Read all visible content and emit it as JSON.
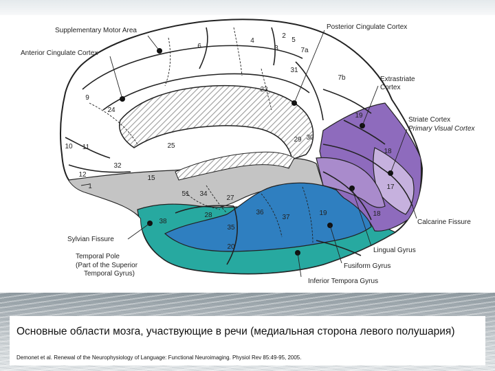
{
  "labels": {
    "supplementary_motor_area": "Supplementary Motor Area",
    "anterior_cingulate_cortex": "Anterior Cingulate Cortex",
    "posterior_cingulate_cortex": "Posterior Cingulate Cortex",
    "extrastriate_1": "Extrastriate",
    "extrastriate_2": "Cortex",
    "striate_cortex": "Striate Cortex",
    "primary_visual_cortex": "Primary Visual Cortex",
    "calcarine_fissure": "Calcarine Fissure",
    "sylvian_fissure": "Sylvian Fissure",
    "temporal_pole": "Temporal Pole",
    "temporal_pole_note_1": "(Part of the Superior",
    "temporal_pole_note_2": "Temporal Gyrus)",
    "lingual_gyrus": "Lingual Gyrus",
    "fusiform_gyrus": "Fusiform Gyrus",
    "inferior_temporal_gyrus": "Inferior Tempora  Gyrus"
  },
  "areas": {
    "a1": "1",
    "a2": "2",
    "a3": "3",
    "a4": "4",
    "a5": "5",
    "a6": "6",
    "a7a": "7a",
    "a7b": "7b",
    "a9": "9",
    "a10": "10",
    "a11": "11",
    "a12": "12",
    "a15": "15",
    "a17": "17",
    "a18a": "18",
    "a18b": "18",
    "a19a": "19",
    "a19b": "19",
    "a20": "20",
    "a23": "23",
    "a24": "24",
    "a25": "25",
    "a27": "27",
    "a28": "28",
    "a29": "29",
    "a30": "30",
    "a31": "31",
    "a32": "32",
    "a34": "34",
    "a35": "35",
    "a36": "36",
    "a37": "37",
    "a38": "38",
    "a51": "51"
  },
  "colors": {
    "purple_dark": "#8e6bbd",
    "purple_mid": "#a98bcc",
    "purple_light": "#c6b1de",
    "blue": "#2f7fc0",
    "teal": "#27a9a0",
    "gray": "#c4c4c4"
  },
  "caption": "Основные области мозга, участвующие в речи (медиальная сторона левого полушария)",
  "citation": "Demonet et al. Renewal of the Neurophysiology of Language: Functional Neuroimaging. Physiol Rev 85:49-95, 2005."
}
